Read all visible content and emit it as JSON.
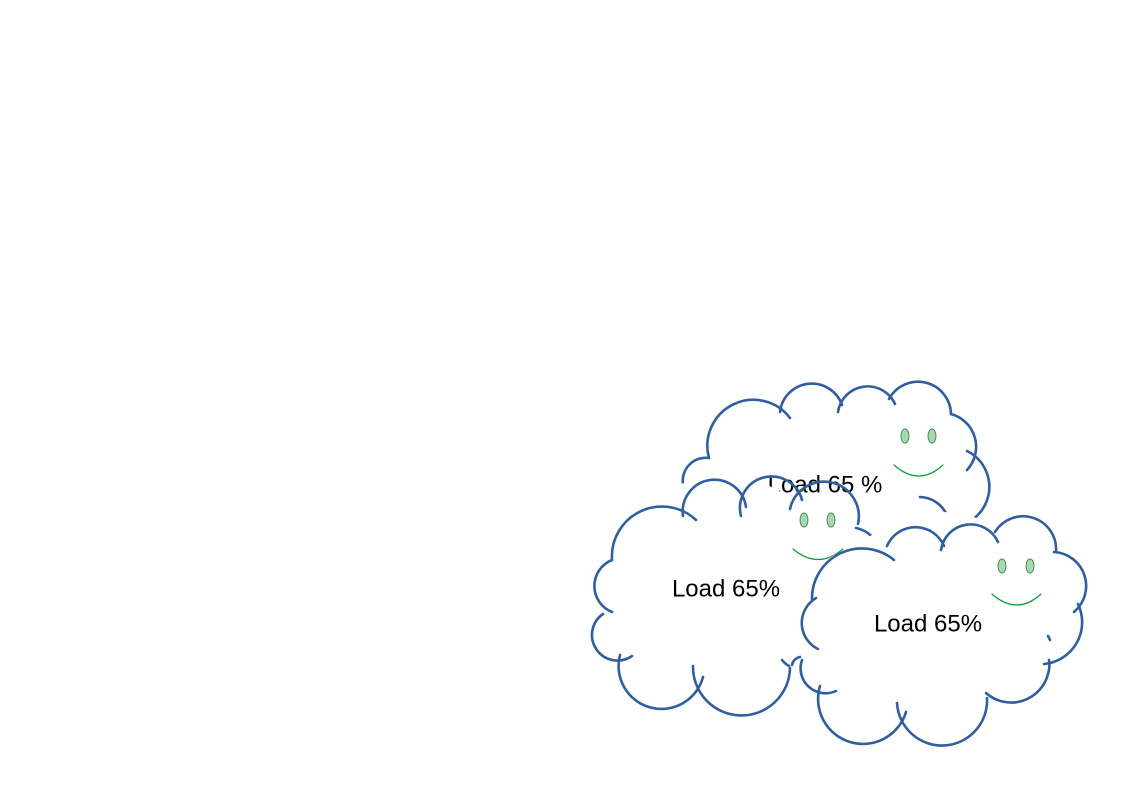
{
  "colors": {
    "background": "#ffffff",
    "cloud_fill": "#ffffff",
    "cloud_outline": "#2f5f9f",
    "eye_fill": "#a9d7b3",
    "eye_stroke": "#3f8f57",
    "smile_stroke": "#0f9b3a",
    "label_text": "#000000"
  },
  "clouds": [
    {
      "label": "Load 65 %",
      "face_icon": "smile-face-icon",
      "shape_icon": "cloud-icon"
    },
    {
      "label": "Load 65%",
      "face_icon": "smile-face-icon",
      "shape_icon": "cloud-icon"
    },
    {
      "label": "Load 65%",
      "face_icon": "smile-face-icon",
      "shape_icon": "cloud-icon"
    }
  ]
}
